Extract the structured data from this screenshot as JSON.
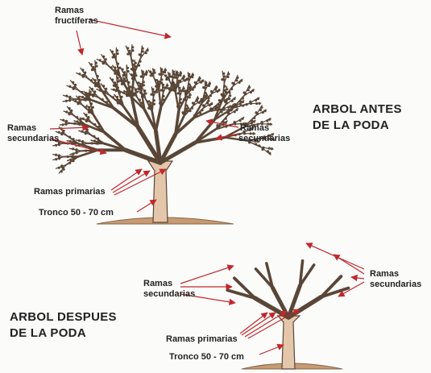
{
  "before": {
    "title_line1": "ARBOL  ANTES",
    "title_line2": "DE  LA  PODA",
    "fruit_branches_line1": "Ramas",
    "fruit_branches_line2": "fructíferas",
    "secondary_left_line1": "Ramas",
    "secondary_left_line2": "secundarias",
    "secondary_right_line1": "Ramas",
    "secondary_right_line2": "secundarias",
    "primary": "Ramas primarias",
    "trunk": "Tronco 50 - 70 cm"
  },
  "after": {
    "title_line1": "ARBOL DESPUES",
    "title_line2": "DE LA PODA",
    "secondary_left_line1": "Ramas",
    "secondary_left_line2": "secundarias",
    "secondary_right_line1": "Ramas",
    "secondary_right_line2": "secundarias",
    "primary": "Ramas primarias",
    "trunk": "Tronco 50 - 70 cm"
  },
  "colors": {
    "bark": "#e4c7aa",
    "outline": "#5a4636",
    "arrow": "#c0282c",
    "soil": "#c69a73"
  }
}
